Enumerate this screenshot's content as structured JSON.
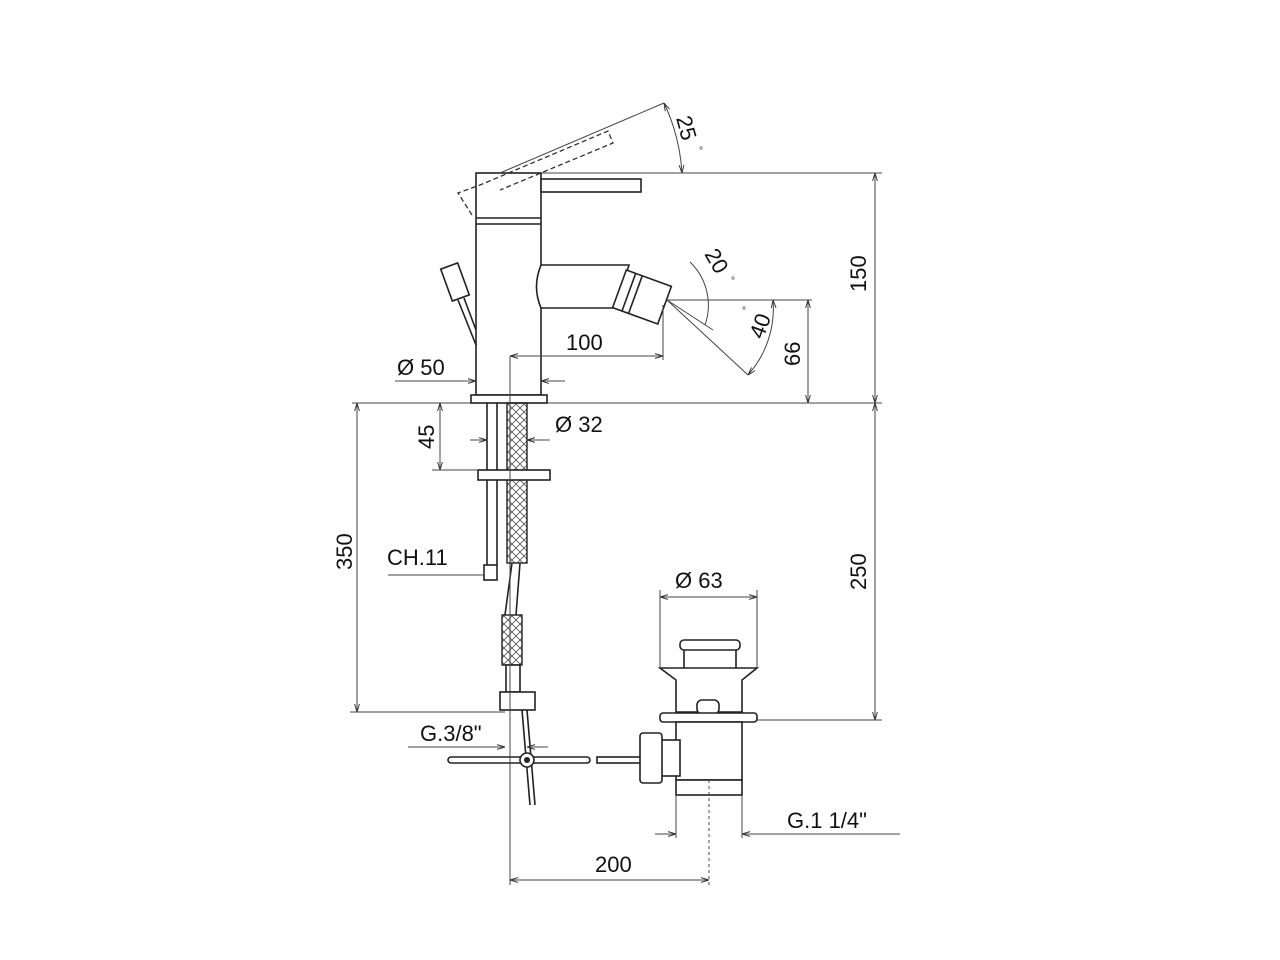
{
  "drawing": {
    "dimensions": {
      "lever_angle": "25",
      "spout_angle_up": "20",
      "spout_angle_down": "40",
      "total_height": "150",
      "spout_height": "66",
      "spout_reach": "100",
      "body_diameter": "Ø 50",
      "shank_diameter": "Ø 32",
      "deck_thickness": "45",
      "hose_length": "350",
      "wrench_size": "CH.11",
      "drain_height": "250",
      "drain_diameter": "Ø 63",
      "hose_thread": "G.3/8\"",
      "drain_thread": "G.1 1/4\"",
      "drain_offset": "200"
    },
    "degree_symbol": "°"
  }
}
